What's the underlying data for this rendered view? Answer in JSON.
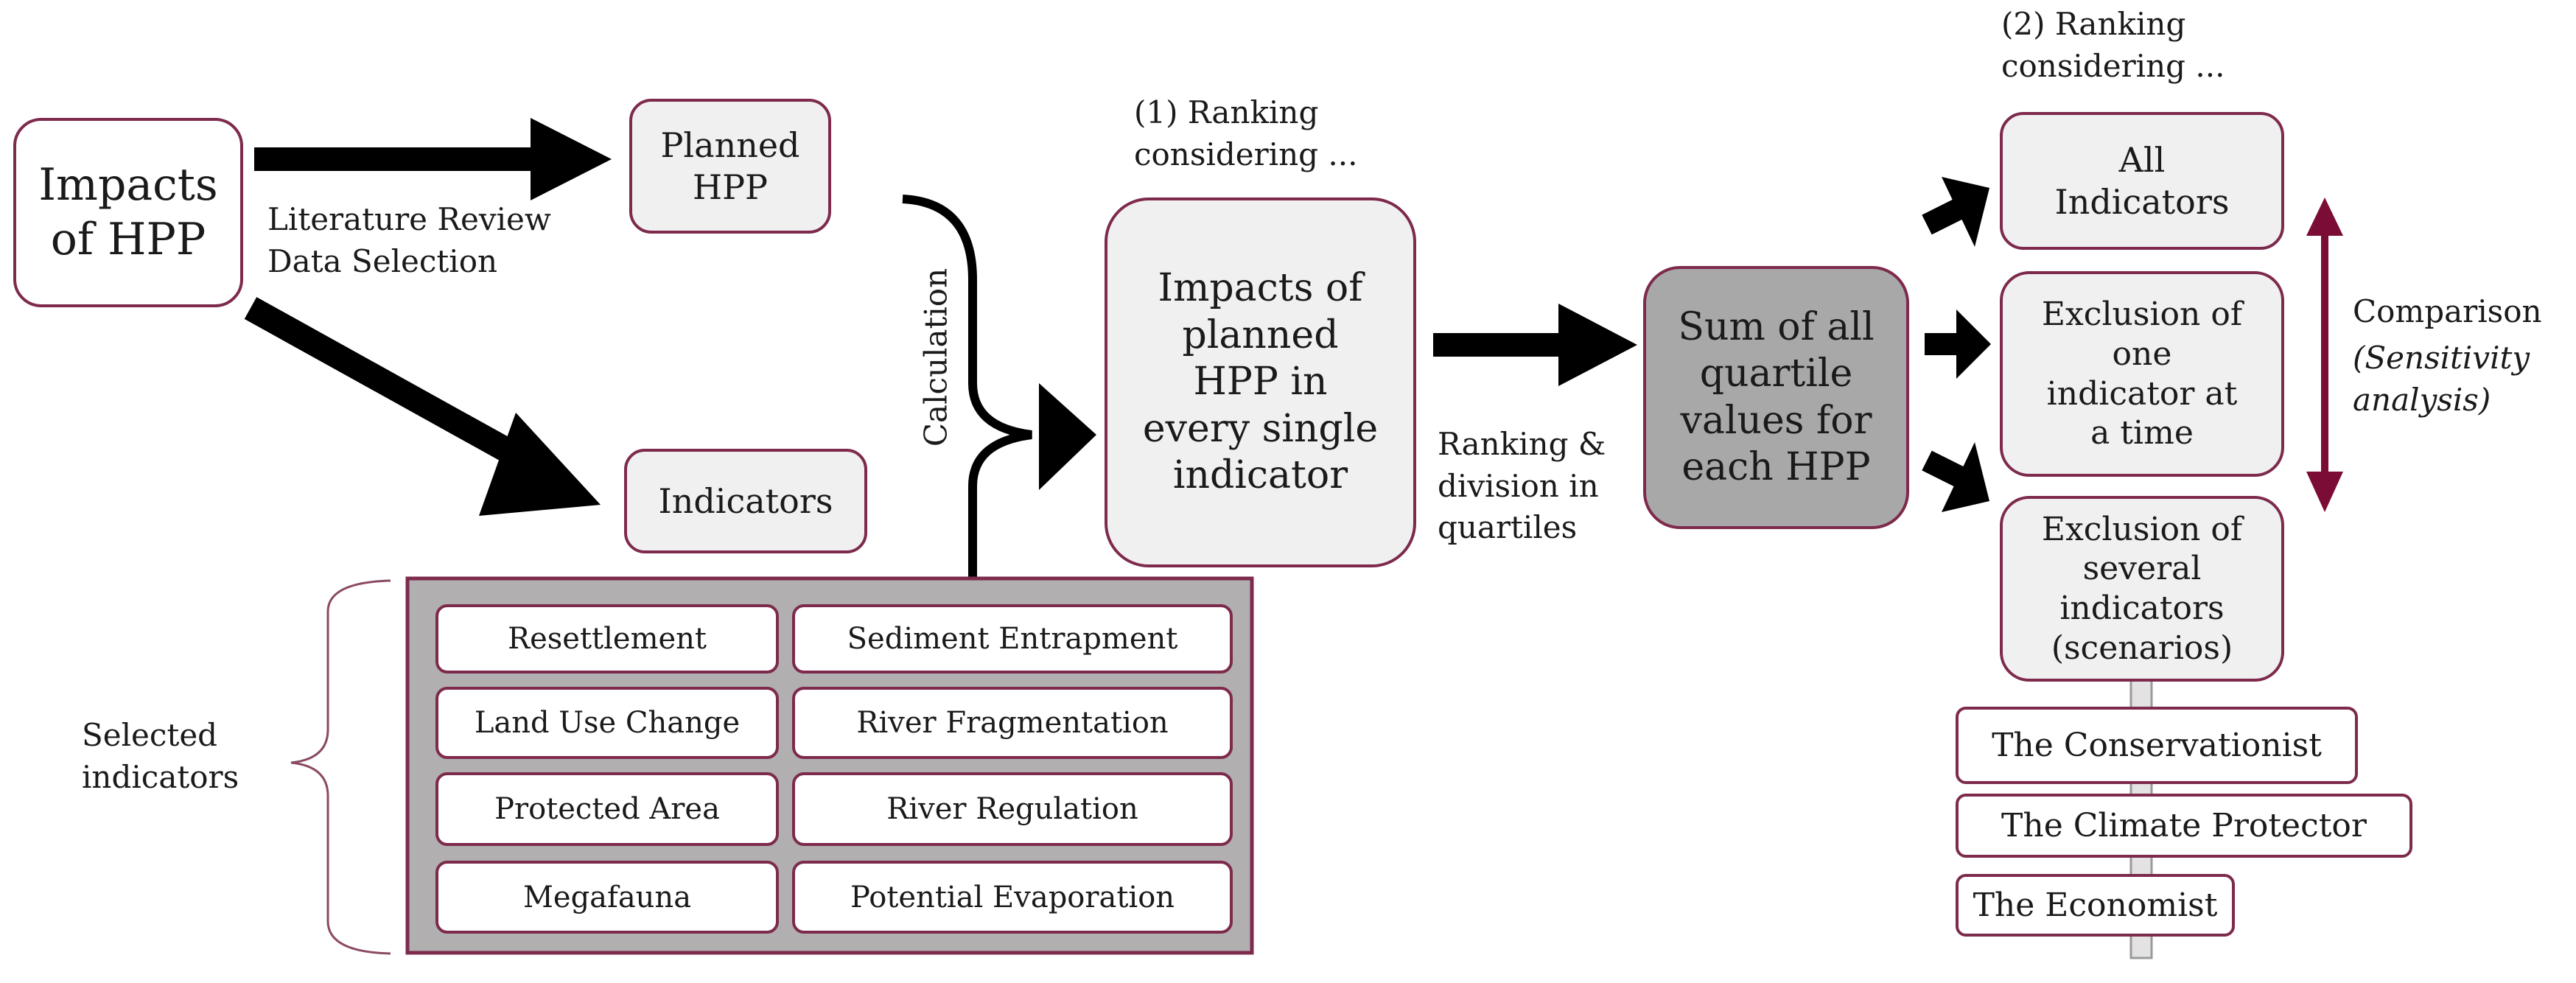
{
  "nodes": {
    "impacts_hpp": "Impacts\nof HPP",
    "planned_hpp": "Planned\nHPP",
    "indicators": "Indicators",
    "impacts_planned": "Impacts of\nplanned\nHPP in\nevery single\nindicator",
    "sum_quartile": "Sum of all\nquartile\nvalues for\neach HPP",
    "all_indicators": "All\nIndicators",
    "exclusion_one": "Exclusion of\none\nindicator at\na time",
    "exclusion_several": "Exclusion of\nseveral\nindicators\n(scenarios)"
  },
  "scenarios": [
    "The Conservationist",
    "The Climate Protector",
    "The Economist"
  ],
  "labels": {
    "literature_review": "Literature Review\nData Selection",
    "calculation": "Calculation",
    "ranking1": "(1) Ranking\nconsidering ...",
    "ranking_division": "Ranking &\ndivision in\nquartiles",
    "ranking2": "(2) Ranking\nconsidering ...",
    "comparison": "Comparison",
    "sensitivity": "(Sensitivity\nanalysis)",
    "selected_indicators": "Selected\nindicators"
  },
  "indicator_grid": [
    [
      "Resettlement",
      "Sediment Entrapment"
    ],
    [
      "Land Use Change",
      "River Fragmentation"
    ],
    [
      "Protected Area",
      "River Regulation"
    ],
    [
      "Megafauna",
      "Potential Evaporation"
    ]
  ],
  "colors": {
    "border": "#7d2a4c",
    "box_fill": "#f1f0f1",
    "highlight_fill": "#a9a8a9",
    "grid_fill": "#b1afb0",
    "comparison_arrow": "#7a0c35"
  }
}
